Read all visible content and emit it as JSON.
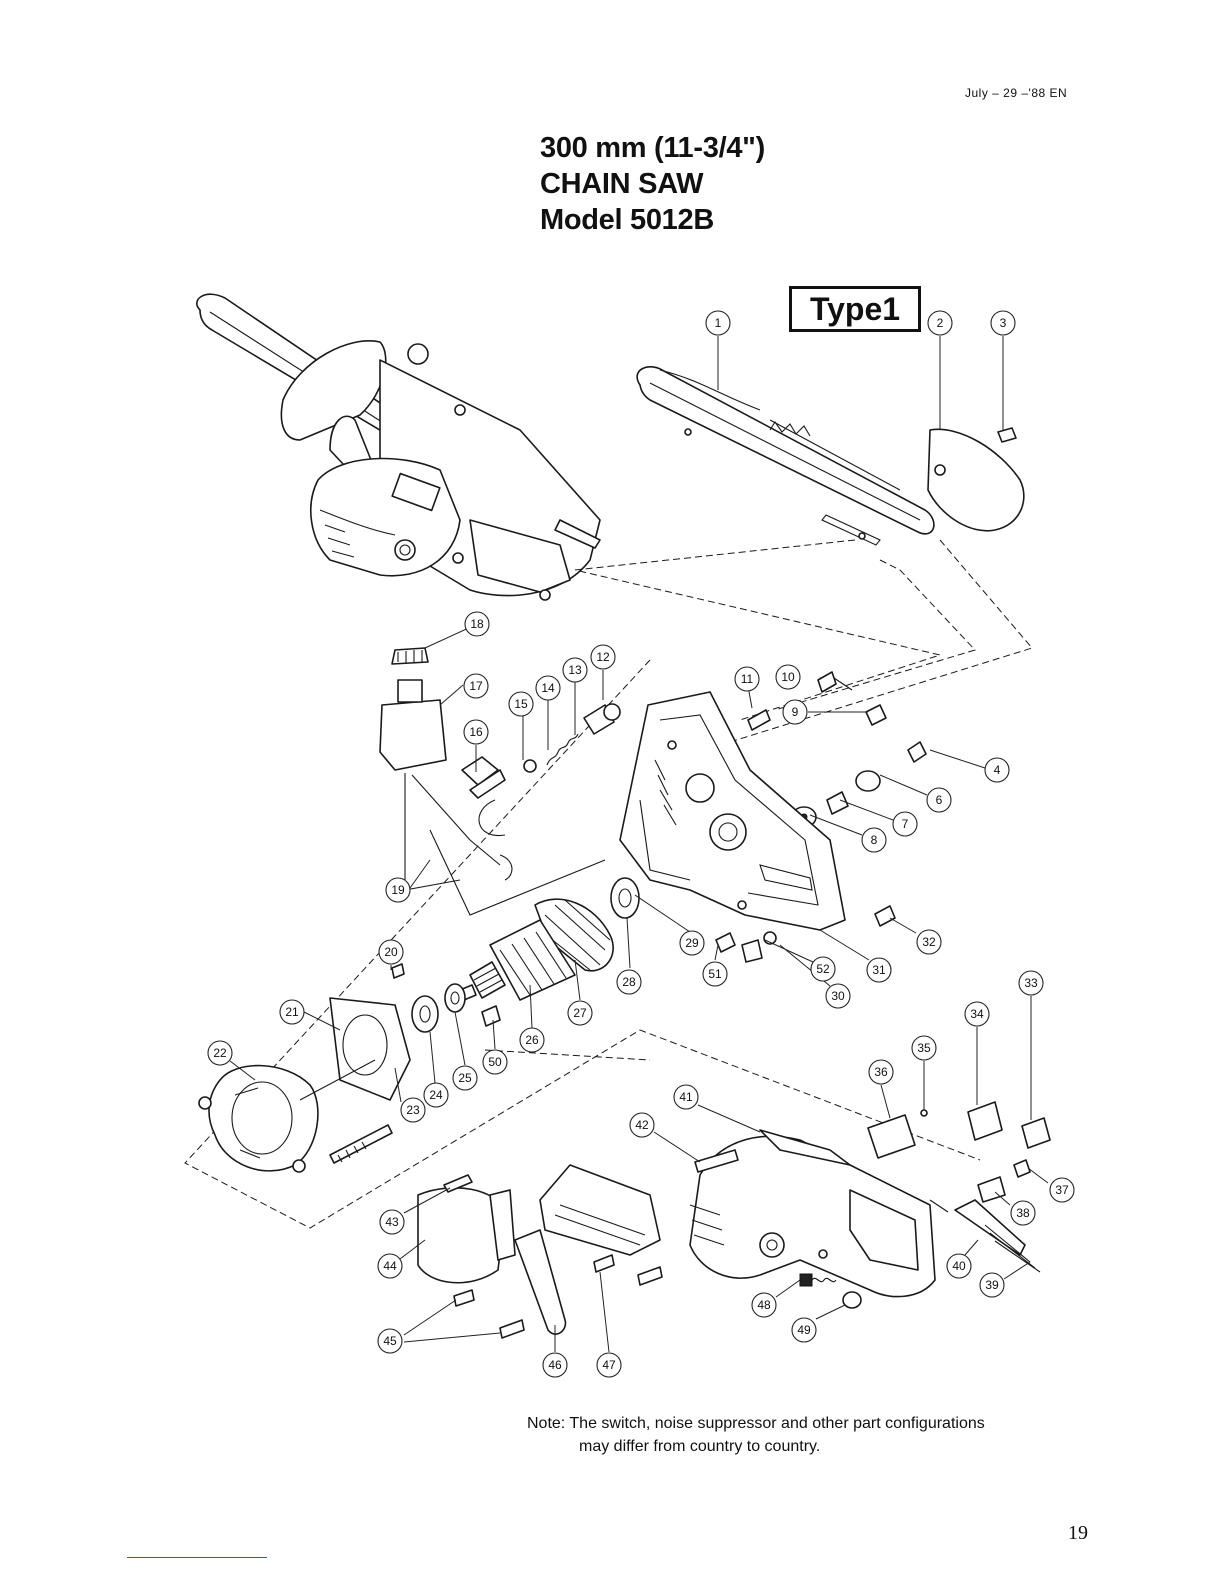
{
  "header": {
    "date_code": "July – 29 –'88 EN",
    "title_line1": "300 mm (11-3/4\")",
    "title_line2": "CHAIN SAW",
    "title_line3": "Model 5012B"
  },
  "type_label": "Type1",
  "callouts": [
    "1",
    "2",
    "3",
    "4",
    "6",
    "7",
    "8",
    "9",
    "10",
    "11",
    "12",
    "13",
    "14",
    "15",
    "16",
    "17",
    "18",
    "19",
    "20",
    "21",
    "22",
    "23",
    "24",
    "25",
    "26",
    "27",
    "28",
    "29",
    "30",
    "31",
    "32",
    "33",
    "34",
    "35",
    "36",
    "37",
    "38",
    "39",
    "40",
    "41",
    "42",
    "43",
    "44",
    "45",
    "46",
    "47",
    "48",
    "49",
    "50",
    "51",
    "52"
  ],
  "note": {
    "line1": "Note: The switch, noise suppressor and other part configurations",
    "line2": "may differ from country to country."
  },
  "page_number": "19"
}
